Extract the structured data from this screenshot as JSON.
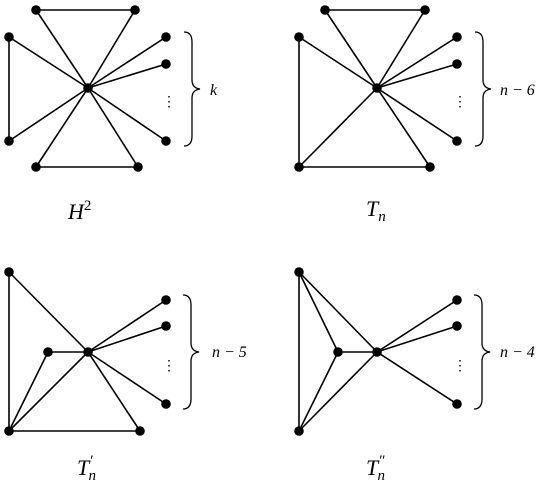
{
  "graphs": [
    {
      "id": "H2",
      "label": {
        "base": "H",
        "sup": "2",
        "sub": ""
      },
      "count_label": "k",
      "dots": "⋮"
    },
    {
      "id": "Tn",
      "label": {
        "base": "T",
        "sup": "",
        "sub": "n"
      },
      "count_label": "n − 6",
      "dots": "⋮"
    },
    {
      "id": "Tn-prime",
      "label": {
        "base": "T",
        "sup": "′",
        "sub": "n"
      },
      "count_label": "n − 5",
      "dots": "⋮"
    },
    {
      "id": "Tn-double-prime",
      "label": {
        "base": "T",
        "sup": "″",
        "sub": "n"
      },
      "count_label": "n − 4",
      "dots": "⋮"
    }
  ]
}
